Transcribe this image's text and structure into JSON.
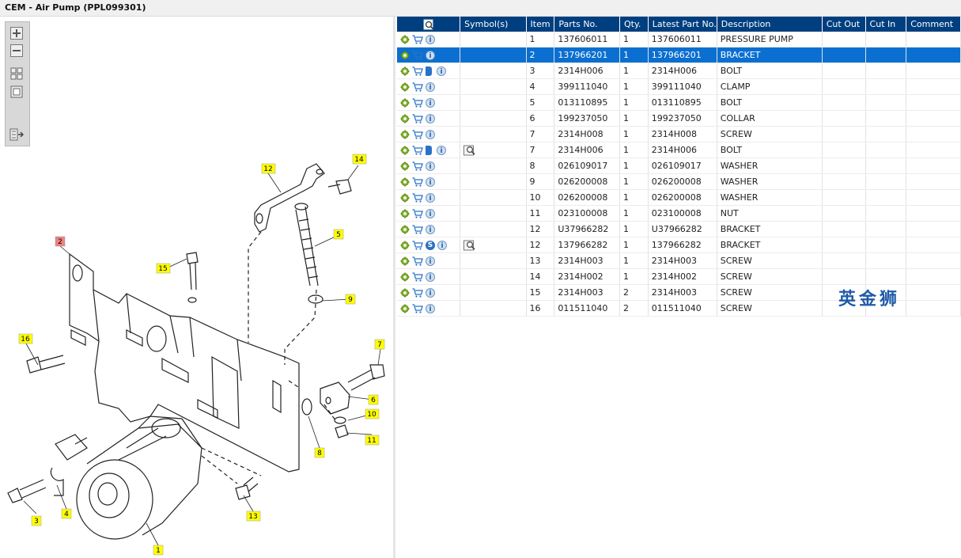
{
  "window": {
    "title": "CEM - Air Pump (PPL099301)"
  },
  "table": {
    "headers": {
      "symbols": "Symbol(s)",
      "item": "Item",
      "parts_no": "Parts No.",
      "qty": "Qty.",
      "latest": "Latest Part No.",
      "description": "Description",
      "cut_out": "Cut Out",
      "cut_in": "Cut In",
      "comment": "Comment"
    },
    "rows": [
      {
        "item": "1",
        "parts_no": "137606011",
        "qty": "1",
        "latest": "137606011",
        "description": "PRESSURE PUMP",
        "icons": [
          "gear",
          "cart",
          "info"
        ],
        "symbols": []
      },
      {
        "item": "2",
        "parts_no": "137966201",
        "qty": "1",
        "latest": "137966201",
        "description": "BRACKET",
        "icons": [
          "gear",
          "cart",
          "info"
        ],
        "symbols": [],
        "selected": true
      },
      {
        "item": "3",
        "parts_no": "2314H006",
        "qty": "1",
        "latest": "2314H006",
        "description": "BOLT",
        "icons": [
          "gear",
          "cart",
          "book",
          "info"
        ],
        "symbols": []
      },
      {
        "item": "4",
        "parts_no": "399111040",
        "qty": "1",
        "latest": "399111040",
        "description": "CLAMP",
        "icons": [
          "gear",
          "cart",
          "info"
        ],
        "symbols": []
      },
      {
        "item": "5",
        "parts_no": "013110895",
        "qty": "1",
        "latest": "013110895",
        "description": "BOLT",
        "icons": [
          "gear",
          "cart",
          "info"
        ],
        "symbols": []
      },
      {
        "item": "6",
        "parts_no": "199237050",
        "qty": "1",
        "latest": "199237050",
        "description": "COLLAR",
        "icons": [
          "gear",
          "cart",
          "info"
        ],
        "symbols": []
      },
      {
        "item": "7",
        "parts_no": "2314H008",
        "qty": "1",
        "latest": "2314H008",
        "description": "SCREW",
        "icons": [
          "gear",
          "cart",
          "info"
        ],
        "symbols": []
      },
      {
        "item": "7",
        "parts_no": "2314H006",
        "qty": "1",
        "latest": "2314H006",
        "description": "BOLT",
        "icons": [
          "gear",
          "cart",
          "book",
          "info"
        ],
        "symbols": [
          "magnifier"
        ]
      },
      {
        "item": "8",
        "parts_no": "026109017",
        "qty": "1",
        "latest": "026109017",
        "description": "WASHER",
        "icons": [
          "gear",
          "cart",
          "info"
        ],
        "symbols": []
      },
      {
        "item": "9",
        "parts_no": "026200008",
        "qty": "1",
        "latest": "026200008",
        "description": "WASHER",
        "icons": [
          "gear",
          "cart",
          "info"
        ],
        "symbols": []
      },
      {
        "item": "10",
        "parts_no": "026200008",
        "qty": "1",
        "latest": "026200008",
        "description": "WASHER",
        "icons": [
          "gear",
          "cart",
          "info"
        ],
        "symbols": []
      },
      {
        "item": "11",
        "parts_no": "023100008",
        "qty": "1",
        "latest": "023100008",
        "description": "NUT",
        "icons": [
          "gear",
          "cart",
          "info"
        ],
        "symbols": []
      },
      {
        "item": "12",
        "parts_no": "U37966282",
        "qty": "1",
        "latest": "U37966282",
        "description": "BRACKET",
        "icons": [
          "gear",
          "cart",
          "info"
        ],
        "symbols": []
      },
      {
        "item": "12",
        "parts_no": "137966282",
        "qty": "1",
        "latest": "137966282",
        "description": "BRACKET",
        "icons": [
          "gear",
          "cart",
          "s",
          "info"
        ],
        "symbols": [
          "magnifier"
        ]
      },
      {
        "item": "13",
        "parts_no": "2314H003",
        "qty": "1",
        "latest": "2314H003",
        "description": "SCREW",
        "icons": [
          "gear",
          "cart",
          "info"
        ],
        "symbols": []
      },
      {
        "item": "14",
        "parts_no": "2314H002",
        "qty": "1",
        "latest": "2314H002",
        "description": "SCREW",
        "icons": [
          "gear",
          "cart",
          "info"
        ],
        "symbols": []
      },
      {
        "item": "15",
        "parts_no": "2314H003",
        "qty": "2",
        "latest": "2314H003",
        "description": "SCREW",
        "icons": [
          "gear",
          "cart",
          "info"
        ],
        "symbols": []
      },
      {
        "item": "16",
        "parts_no": "011511040",
        "qty": "2",
        "latest": "011511040",
        "description": "SCREW",
        "icons": [
          "gear",
          "cart",
          "info"
        ],
        "symbols": []
      }
    ]
  },
  "diagram": {
    "callouts": [
      "1",
      "2",
      "3",
      "4",
      "5",
      "6",
      "7",
      "8",
      "9",
      "10",
      "11",
      "12",
      "13",
      "14",
      "15",
      "16"
    ],
    "highlighted_callout": "2"
  },
  "watermark": "英金狮",
  "colors": {
    "header": "#003f7f",
    "selected_row": "#0a6fd0",
    "callout": "#ffff00",
    "callout_highlight": "#f08080"
  }
}
